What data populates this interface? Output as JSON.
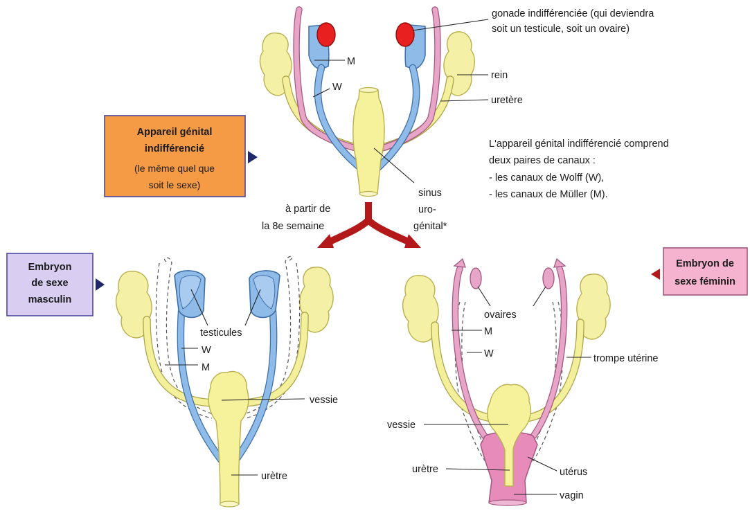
{
  "labels": {
    "gonade_line1": "gonade indifférenciée (qui deviendra",
    "gonade_line2": "soit un testicule, soit un ovaire)",
    "M_top": "M",
    "W_top": "W",
    "rein": "rein",
    "uretere": "uretère",
    "sinus_line1": "sinus",
    "sinus_line2": "uro-",
    "sinus_line3": "génital*",
    "partir_line1": "à partir de",
    "partir_line2": "la 8e semaine",
    "testicules": "testicules",
    "W_left": "W",
    "M_left": "M",
    "vessie_left": "vessie",
    "uretre_left": "urètre",
    "ovaires": "ovaires",
    "M_right": "M",
    "W_right": "W",
    "trompe": "trompe utérine",
    "vessie_right": "vessie",
    "uretre_right": "urètre",
    "uterus": "utérus",
    "vagin": "vagin"
  },
  "info": {
    "line1": "L'appareil génital indifférencié comprend",
    "line2": "deux paires de canaux :",
    "line3": "- les canaux de Wolff (W),",
    "line4": "- les canaux de Müller (M)."
  },
  "boxes": {
    "indifferent": {
      "line1": "Appareil génital",
      "line2": "indifférencié",
      "line3": "(le même quel que",
      "line4": "soit le sexe)"
    },
    "male": {
      "line1": "Embryon",
      "line2": "de sexe",
      "line3": "masculin"
    },
    "female": {
      "line1": "Embryon de",
      "line2": "sexe féminin"
    }
  },
  "colors": {
    "orange_box": "#f59a45",
    "purple_box": "#d9cdf2",
    "pink_box": "#f6b3cf",
    "wolff_blue": "#8fbbe8",
    "muller_pink": "#e7a6c8",
    "kidney_yellow": "#f4f0a6",
    "gonad_red": "#e8201f",
    "arrow_red": "#b3191b",
    "pointer_navy": "#1f2a6b"
  }
}
